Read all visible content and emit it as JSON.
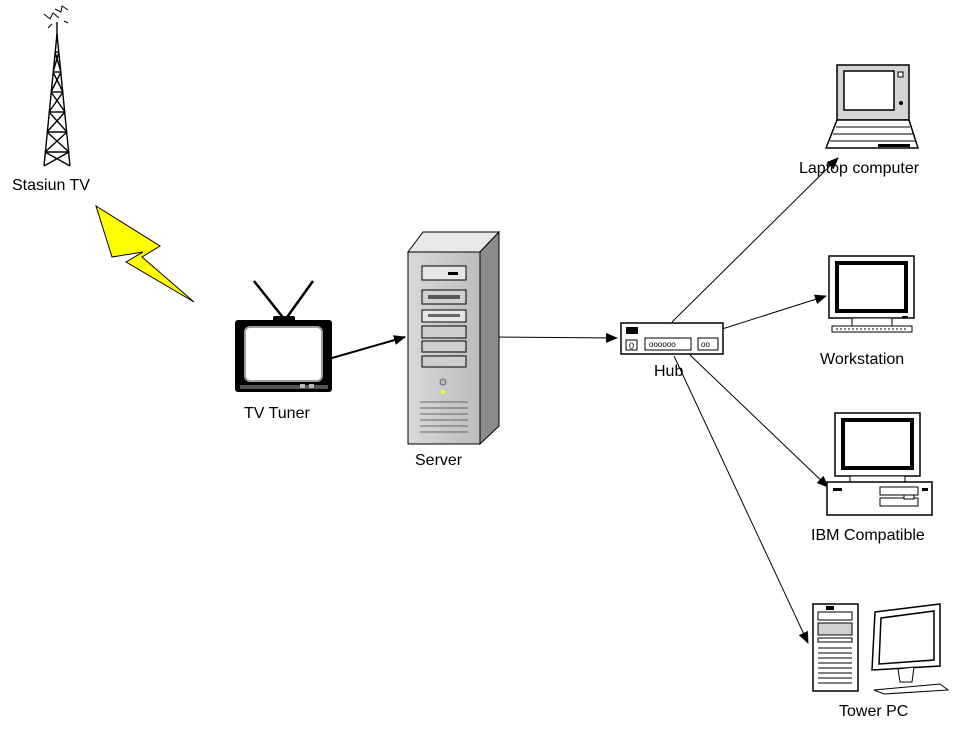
{
  "diagram": {
    "nodes": {
      "tv_station": {
        "label": "Stasiun TV",
        "icon": "radio-tower-icon"
      },
      "tv_tuner": {
        "label": "TV Tuner",
        "icon": "television-icon"
      },
      "server": {
        "label": "Server",
        "icon": "server-tower-icon"
      },
      "hub": {
        "label": "Hub",
        "icon": "network-hub-icon"
      },
      "laptop": {
        "label": "Laptop computer",
        "icon": "laptop-icon"
      },
      "workstation": {
        "label": "Workstation",
        "icon": "workstation-monitor-icon"
      },
      "ibm": {
        "label": "IBM Compatible",
        "icon": "desktop-pc-icon"
      },
      "tower": {
        "label": "Tower PC",
        "icon": "tower-pc-icon"
      }
    },
    "signal": {
      "icon": "lightning-bolt-icon",
      "color": "#ffff00"
    },
    "edges": [
      {
        "from": "tv_station",
        "to": "tv_tuner",
        "type": "wireless"
      },
      {
        "from": "tv_tuner",
        "to": "server",
        "type": "arrow"
      },
      {
        "from": "server",
        "to": "hub",
        "type": "arrow"
      },
      {
        "from": "hub",
        "to": "laptop",
        "type": "arrow"
      },
      {
        "from": "hub",
        "to": "workstation",
        "type": "arrow"
      },
      {
        "from": "hub",
        "to": "ibm",
        "type": "arrow"
      },
      {
        "from": "hub",
        "to": "tower",
        "type": "arrow"
      }
    ]
  }
}
